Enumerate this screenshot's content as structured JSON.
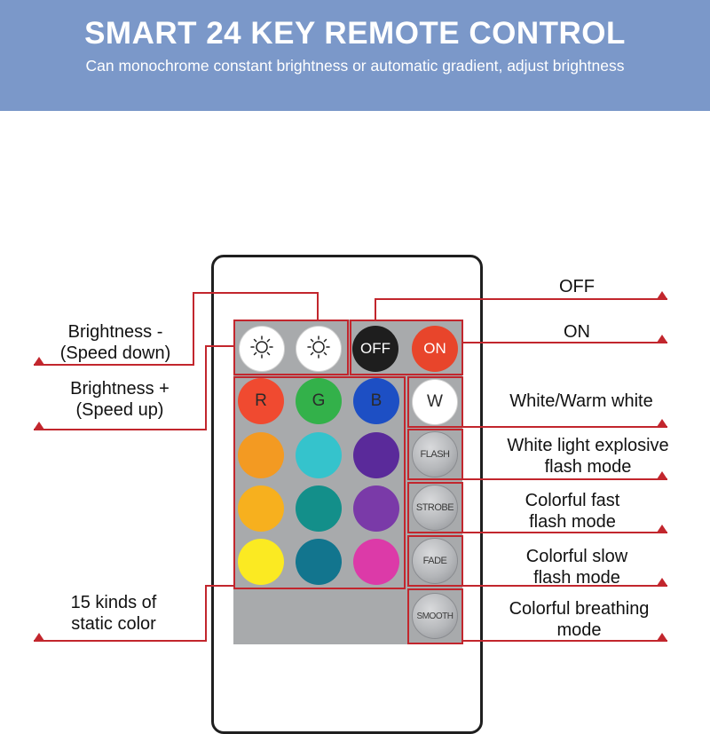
{
  "banner": {
    "title": "SMART 24 KEY REMOTE CONTROL",
    "subtitle": "Can monochrome constant brightness or automatic gradient, adjust brightness"
  },
  "colors": {
    "banner_bg": "#7b98c9",
    "leader_line": "#c2262d",
    "panel_gray": "#a8aaac"
  },
  "keys": {
    "off": "OFF",
    "on": "ON",
    "r": "R",
    "g": "G",
    "b": "B",
    "w": "W",
    "flash": "FLASH",
    "strobe": "STROBE",
    "fade": "FADE",
    "smooth": "SMOOTH"
  },
  "icons": {
    "brightness_down": "sun-outline-icon",
    "brightness_up": "sun-outline-icon"
  },
  "labels": {
    "brightness_down": [
      "Brightness -",
      "(Speed down)"
    ],
    "brightness_up": [
      "Brightness +",
      "(Speed up)"
    ],
    "static_color": [
      "15 kinds of",
      "static color"
    ],
    "off": "OFF",
    "on": "ON",
    "white": "White/Warm white",
    "flash": [
      "White light explosive",
      "flash mode"
    ],
    "strobe": [
      "Colorful fast",
      "flash mode"
    ],
    "fade": [
      "Colorful slow",
      "flash mode"
    ],
    "smooth": [
      "Colorful breathing",
      "mode"
    ]
  },
  "color_keys": [
    "#f04a30",
    "#33b14a",
    "#1d4fc4",
    "#f39a22",
    "#35c3cc",
    "#5a2a9a",
    "#f7b01e",
    "#138f8a",
    "#7a3aa8",
    "#fbea22",
    "#12758e",
    "#dc3aa8"
  ]
}
